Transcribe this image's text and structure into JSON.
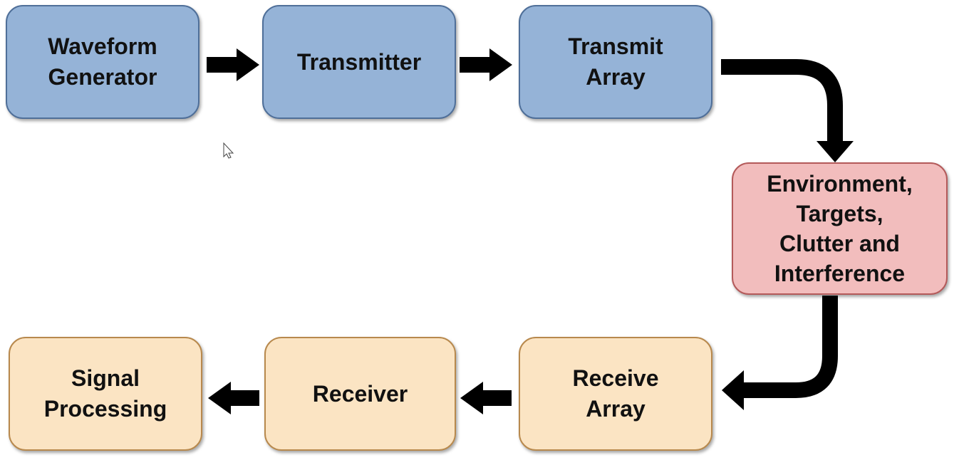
{
  "diagram": {
    "nodes": {
      "waveform_generator": "Waveform\nGenerator",
      "transmitter": "Transmitter",
      "transmit_array": "Transmit\nArray",
      "environment": "Environment,\nTargets,\nClutter and\nInterference",
      "receive_array": "Receive\nArray",
      "receiver": "Receiver",
      "signal_processing": "Signal\nProcessing"
    },
    "colors": {
      "transmit_fill": "#95b3d7",
      "environment_fill": "#f2bdbd",
      "receive_fill": "#fbe4c3",
      "arrow": "#000000"
    }
  }
}
